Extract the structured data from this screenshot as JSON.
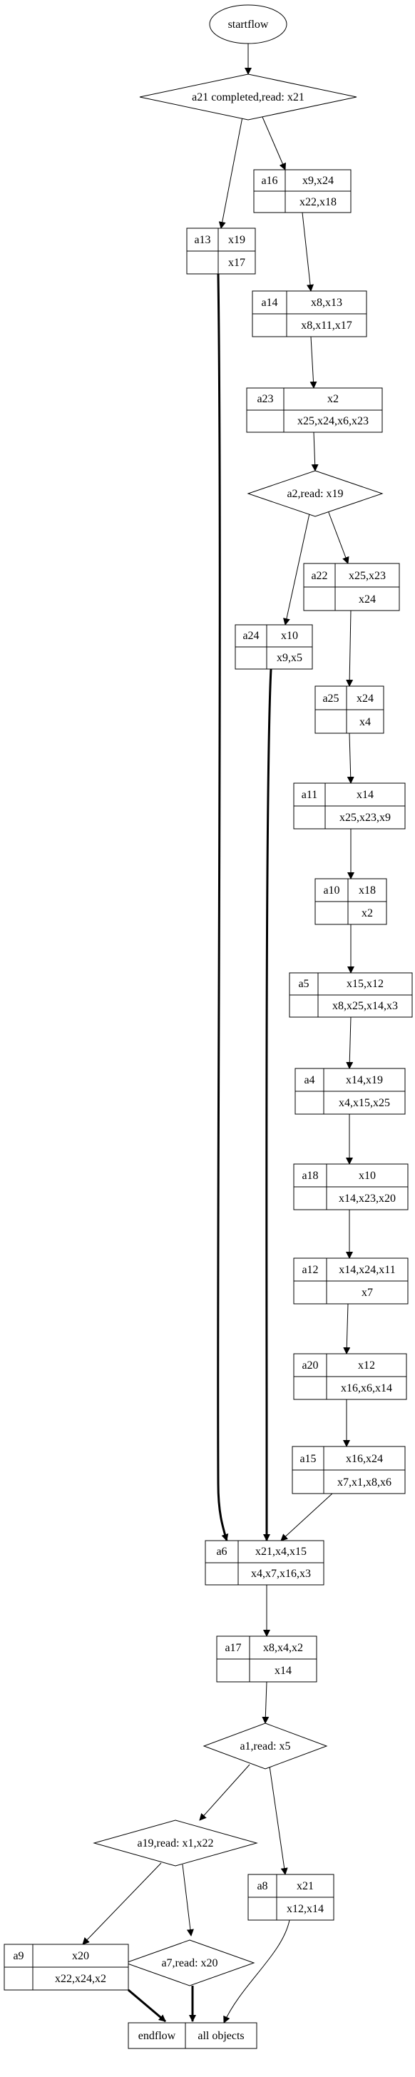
{
  "diagram": {
    "start": "startflow",
    "decisions": {
      "a21": "a21 completed,read: x21",
      "a2": "a2,read: x19",
      "a1": "a1,read: x5",
      "a19": "a19,read: x1,x22",
      "a7": "a7,read: x20"
    },
    "records": {
      "a16": {
        "name": "a16",
        "top": "x9,x24",
        "bottom": "x22,x18"
      },
      "a13": {
        "name": "a13",
        "top": "x19",
        "bottom": "x17"
      },
      "a14": {
        "name": "a14",
        "top": "x8,x13",
        "bottom": "x8,x11,x17"
      },
      "a23": {
        "name": "a23",
        "top": "x2",
        "bottom": "x25,x24,x6,x23"
      },
      "a22": {
        "name": "a22",
        "top": "x25,x23",
        "bottom": "x24"
      },
      "a24": {
        "name": "a24",
        "top": "x10",
        "bottom": "x9,x5"
      },
      "a25": {
        "name": "a25",
        "top": "x24",
        "bottom": "x4"
      },
      "a11": {
        "name": "a11",
        "top": "x14",
        "bottom": "x25,x23,x9"
      },
      "a10": {
        "name": "a10",
        "top": "x18",
        "bottom": "x2"
      },
      "a5": {
        "name": "a5",
        "top": "x15,x12",
        "bottom": "x8,x25,x14,x3"
      },
      "a4": {
        "name": "a4",
        "top": "x14,x19",
        "bottom": "x4,x15,x25"
      },
      "a18": {
        "name": "a18",
        "top": "x10",
        "bottom": "x14,x23,x20"
      },
      "a12": {
        "name": "a12",
        "top": "x14,x24,x11",
        "bottom": "x7"
      },
      "a20": {
        "name": "a20",
        "top": "x12",
        "bottom": "x16,x6,x14"
      },
      "a15": {
        "name": "a15",
        "top": "x16,x24",
        "bottom": "x7,x1,x8,x6"
      },
      "a6": {
        "name": "a6",
        "top": "x21,x4,x15",
        "bottom": "x4,x7,x16,x3"
      },
      "a17": {
        "name": "a17",
        "top": "x8,x4,x2",
        "bottom": "x14"
      },
      "a8": {
        "name": "a8",
        "top": "x21",
        "bottom": "x12,x14"
      },
      "a9": {
        "name": "a9",
        "top": "x20",
        "bottom": "x22,x24,x2"
      }
    },
    "end": {
      "left": "endflow",
      "right": "all objects"
    }
  }
}
